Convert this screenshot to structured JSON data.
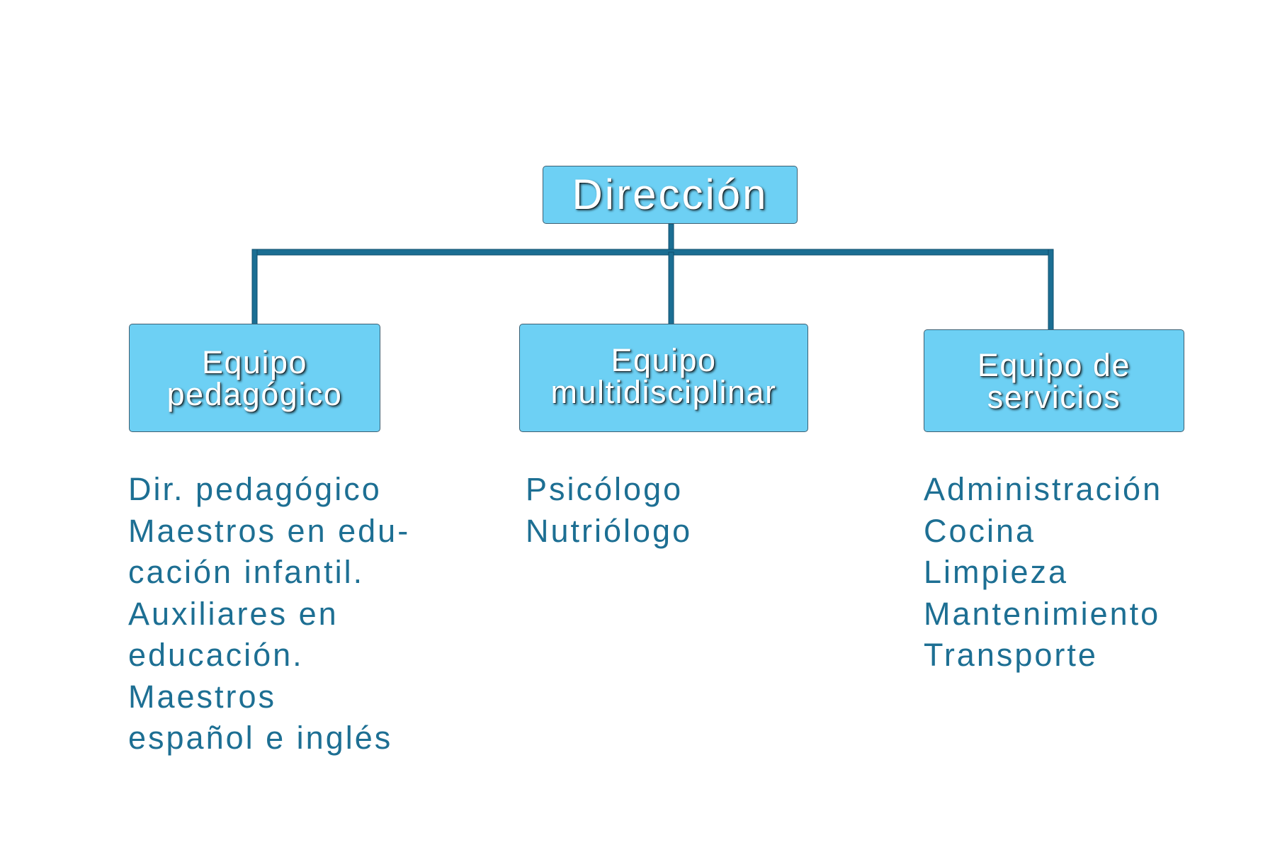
{
  "chart": {
    "root": {
      "label": "Dirección"
    },
    "teams": [
      {
        "label_lines": [
          "Equipo",
          "pedagógico"
        ],
        "members": [
          "Dir. pedagógico",
          "Maestros en edu-",
          "cación infantil.",
          "Auxiliares en",
          "educación.",
          "Maestros",
          "español e inglés"
        ]
      },
      {
        "label_lines": [
          "Equipo",
          "multidisciplinar"
        ],
        "members": [
          "Psicólogo",
          "Nutriólogo"
        ]
      },
      {
        "label_lines": [
          "Equipo de",
          "servicios"
        ],
        "members": [
          "Administración",
          "Cocina",
          "Limpieza",
          "Mantenimiento",
          "Transporte"
        ]
      }
    ]
  },
  "colors": {
    "box_fill": "#6dd0f4",
    "box_border": "#3d5f72",
    "connector": "#1b6e93",
    "list_text": "#1d6f93",
    "box_text": "#ffffff"
  }
}
